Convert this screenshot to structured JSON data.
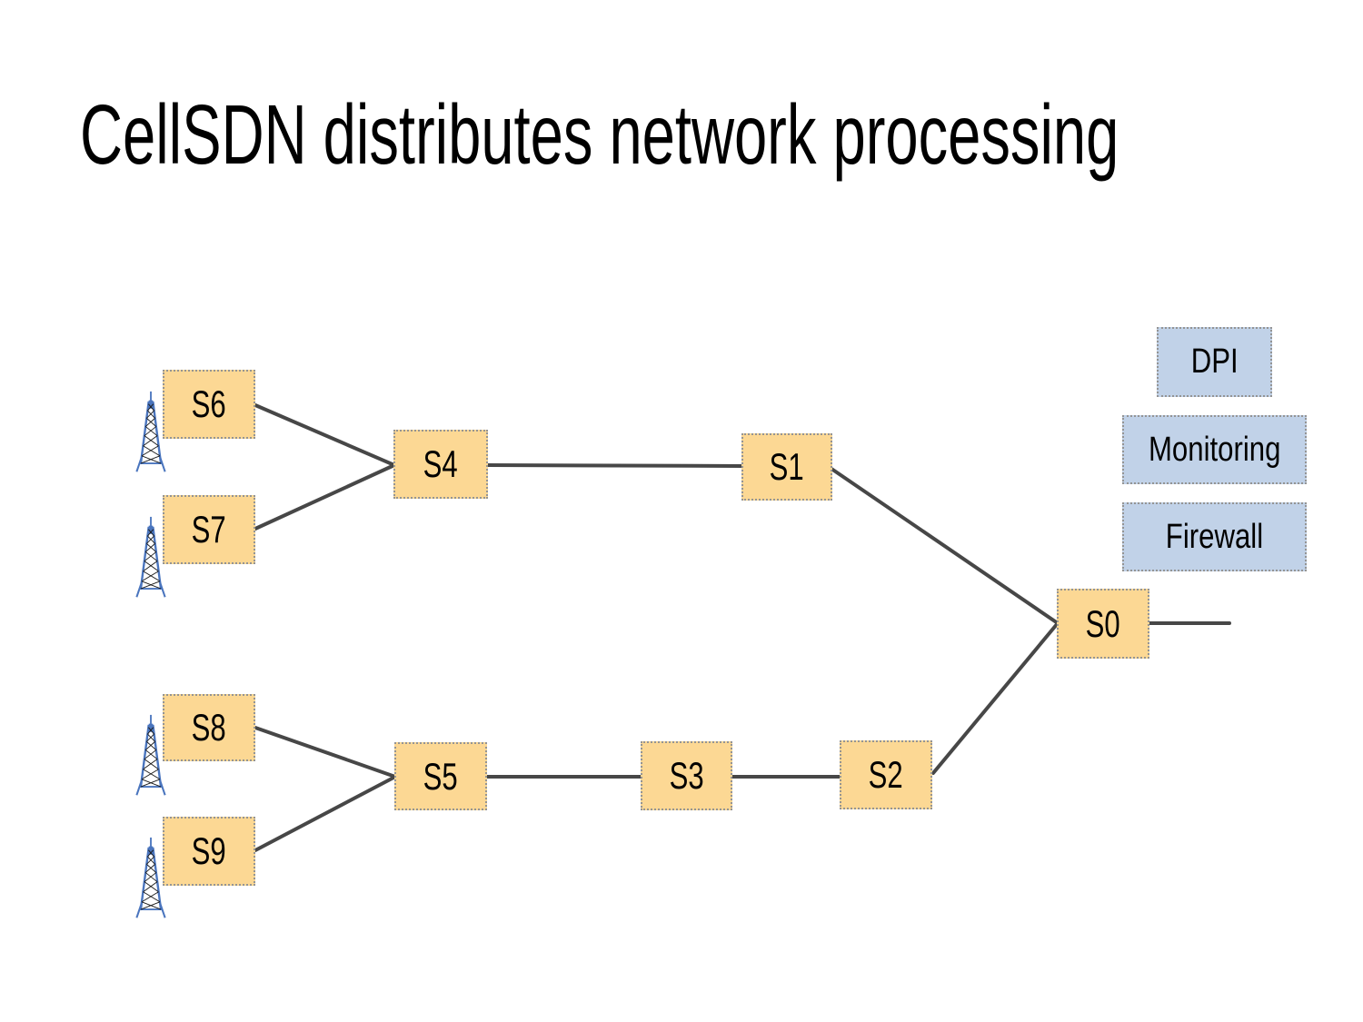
{
  "slide": {
    "title": "CellSDN distributes network processing"
  },
  "switches": {
    "s0": "S0",
    "s1": "S1",
    "s2": "S2",
    "s3": "S3",
    "s4": "S4",
    "s5": "S5",
    "s6": "S6",
    "s7": "S7",
    "s8": "S8",
    "s9": "S9"
  },
  "services": {
    "dpi": "DPI",
    "monitoring": "Monitoring",
    "firewall": "Firewall"
  },
  "icons": {
    "cell_tower": "cell-tower-icon"
  },
  "colors": {
    "switch_fill": "#FCD894",
    "service_fill": "#C1D2E8",
    "link_stroke": "#474747",
    "dotted_border": "#949494",
    "tower_blue": "#4A75BE",
    "title_text": "#000000",
    "background": "#FFFFFF"
  }
}
